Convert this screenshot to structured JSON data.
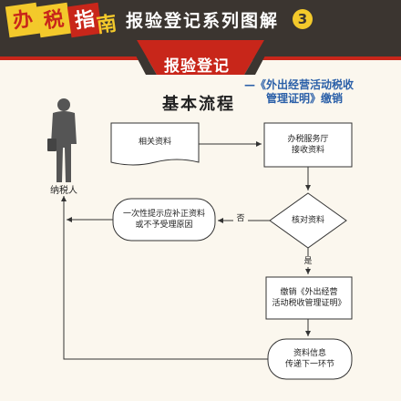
{
  "header": {
    "brand_chars": [
      "办",
      "税",
      "指",
      "南"
    ],
    "series_title": "报验登记系列图解",
    "series_number": "3",
    "colors": {
      "dark": "#3b3530",
      "red": "#c8261a",
      "yellow": "#f3c92b",
      "blue": "#2a5fa8"
    }
  },
  "section": {
    "title": "报验登记",
    "subtitle_line1": "—《外出经营活动税收",
    "subtitle_line2": "管理证明》缴销"
  },
  "flow": {
    "title": "基本流程",
    "taxpayer_label": "纳税人",
    "doc_label": "相关资料",
    "hall_line1": "办税服务厅",
    "hall_line2": "接收资料",
    "check_label": "核对资料",
    "no_label": "否",
    "yes_label": "是",
    "notify_line1": "一次性提示应补正资料",
    "notify_line2": "或不予受理原因",
    "cancel_line1": "缴销《外出经营",
    "cancel_line2": "活动税收管理证明》",
    "pass_line1": "资料信息",
    "pass_line2": "传递下一环节"
  }
}
